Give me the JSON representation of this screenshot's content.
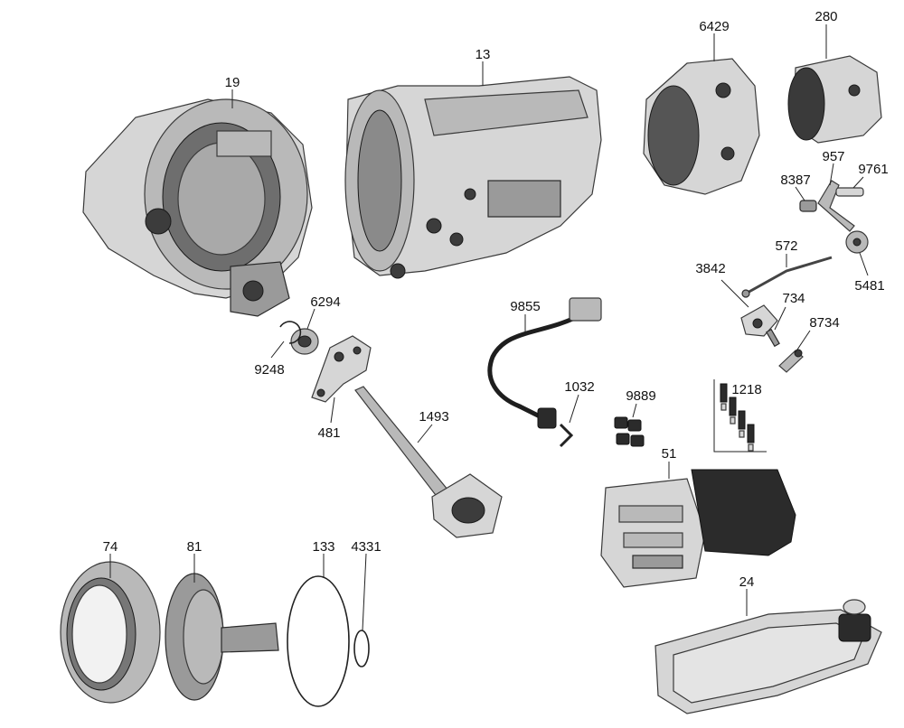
{
  "labels": {
    "p19": "19",
    "p13": "13",
    "p6429": "6429",
    "p280": "280",
    "p957": "957",
    "p9761": "9761",
    "p8387": "8387",
    "p572": "572",
    "p3842": "3842",
    "p5481": "5481",
    "p734": "734",
    "p8734": "8734",
    "p9855": "9855",
    "p6294": "6294",
    "p9248": "9248",
    "p481": "481",
    "p1493": "1493",
    "p1032": "1032",
    "p9889": "9889",
    "p1218": "1218",
    "p51": "51",
    "p74": "74",
    "p81": "81",
    "p133": "133",
    "p4331": "4331",
    "p24": "24"
  }
}
